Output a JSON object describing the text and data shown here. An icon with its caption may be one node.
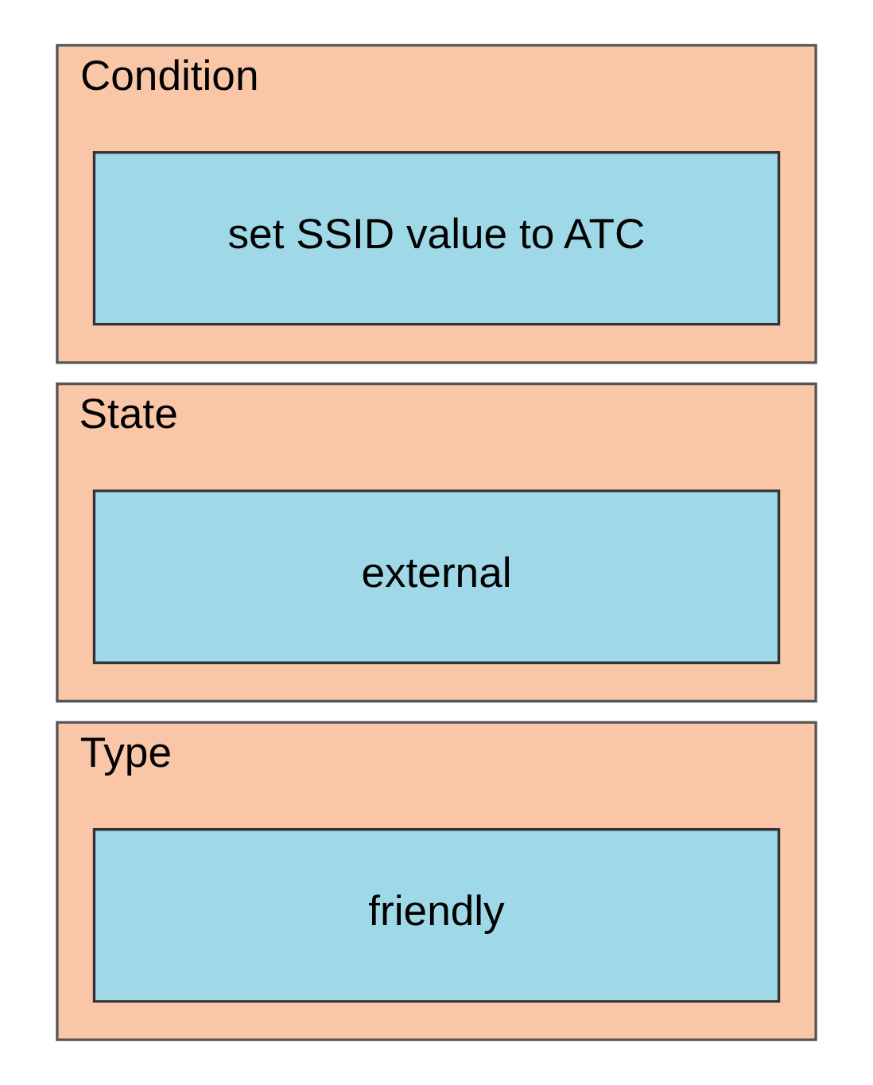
{
  "diagram": {
    "nodes": [
      {
        "text": [
          "Type"
        ]
      },
      {
        "text": [
          "friendly"
        ],
        "in": 0
      },
      {
        "text": [
          "State"
        ]
      },
      {
        "text": [
          "external"
        ],
        "in": 2
      },
      {
        "text": [
          "Condition"
        ]
      },
      {
        "text": [
          "set SSID value to ATC"
        ],
        "in": 4
      }
    ]
  }
}
